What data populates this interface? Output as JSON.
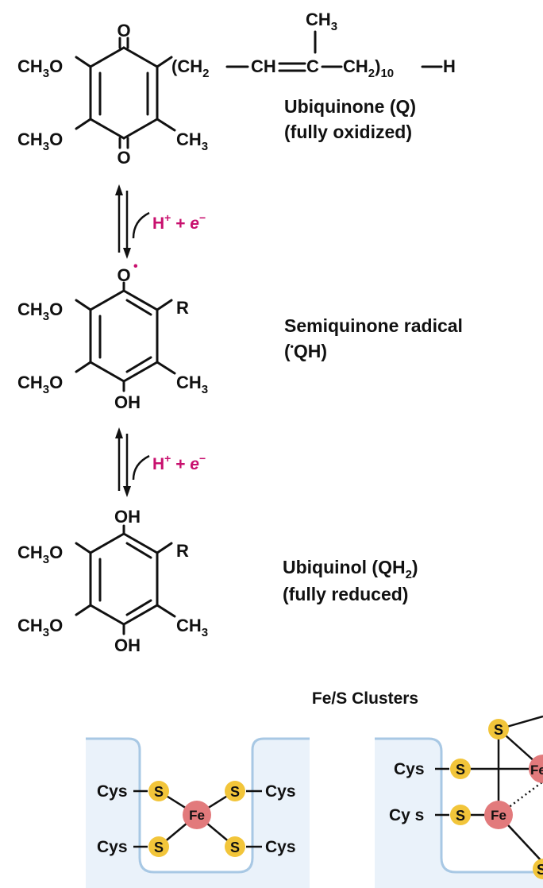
{
  "ubiquinone": {
    "o_top": "O",
    "o_bottom": "O",
    "ch3o_1": "CH",
    "ch3o_1_sub": "3",
    "ch3o_1_tail": "O",
    "ch3o_2": "CH",
    "ch3o_2_sub": "3",
    "ch3o_2_tail": "O",
    "methyl": "CH",
    "methyl_sub": "3",
    "chain_open": "(CH",
    "chain_sub1": "2",
    "chain_ch": "CH",
    "chain_c": "C",
    "chain_ch2": "CH",
    "chain_sub2": "2",
    "chain_close": ")",
    "chain_count": "10",
    "chain_h": "H",
    "top_ch3": "CH",
    "top_ch3_sub": "3",
    "name": "Ubiquinone (Q)",
    "state": "(fully oxidized)"
  },
  "step1": {
    "h": "H",
    "h_sup": "+",
    "plus": " + ",
    "e": "e",
    "e_sup": "−"
  },
  "semiquinone": {
    "o_top": "O",
    "radical_dot": "•",
    "r": "R",
    "ch3o_1": "CH",
    "ch3o_1_sub": "3",
    "ch3o_1_tail": "O",
    "ch3o_2": "CH",
    "ch3o_2_sub": "3",
    "ch3o_2_tail": "O",
    "methyl": "CH",
    "methyl_sub": "3",
    "oh_o": "O",
    "oh_h": "H",
    "name": "Semiquinone  radical",
    "state_dot": "•",
    "state": "QH)",
    "state_open": "("
  },
  "step2": {
    "h": "H",
    "h_sup": "+",
    "plus": " + ",
    "e": "e",
    "e_sup": "−"
  },
  "ubiquinol": {
    "oh_top_o": "O",
    "oh_top_h": "H",
    "r": "R",
    "ch3o_1": "CH",
    "ch3o_1_sub": "3",
    "ch3o_1_tail": "O",
    "ch3o_2": "CH",
    "ch3o_2_sub": "3",
    "ch3o_2_tail": "O",
    "methyl": "CH",
    "methyl_sub": "3",
    "oh_bot_o": "O",
    "oh_bot_h": "H",
    "name": "Ubiquinol  (QH",
    "name_sub": "2",
    "name_close": ")",
    "state": "(fully  reduced)"
  },
  "fes": {
    "title": "Fe/S Clusters",
    "left": {
      "cys_tl": "Cys",
      "cys_tr": "Cys",
      "cys_bl": "Cys",
      "cys_br": "Cys",
      "s_tl": "S",
      "s_tr": "S",
      "s_bl": "S",
      "s_br": "S",
      "fe": "Fe"
    },
    "right": {
      "cys_1": "Cys",
      "cys_2": "Cy s",
      "s_top": "S",
      "s_mid": "S",
      "s_low": "S",
      "s_corner": "S",
      "fe_mid": "Fe",
      "fe_edge": "Fe"
    }
  },
  "colors": {
    "text": "#111111",
    "magenta": "#c8106e",
    "sulfur": "#f2c53a",
    "iron": "#e27a7c",
    "protein": "#a8c8e4",
    "protein_fill": "#eaf2fa"
  }
}
